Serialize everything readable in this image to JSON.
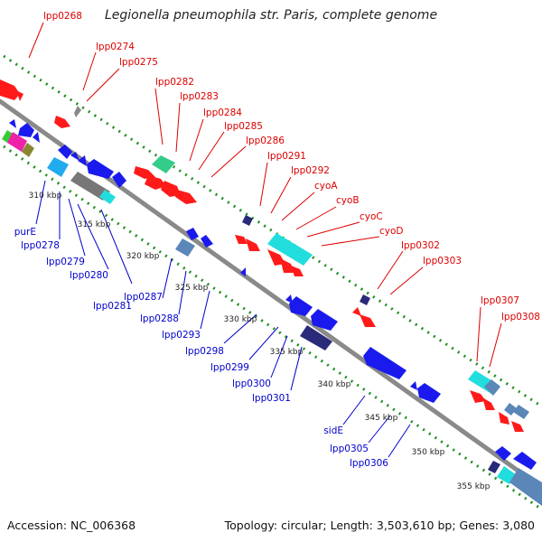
{
  "title": "Legionella pneumophila str. Paris, complete genome",
  "footer": {
    "accession": "Accession: NC_006368",
    "summary": "Topology: circular; Length: 3,503,610 bp; Genes: 3,080"
  },
  "colors": {
    "forward_label": "#dd0000",
    "reverse_label": "#0000cc",
    "backbone": "#8a8a8a",
    "tick_dots": "#1f8f1f",
    "red_gene": "#ff1a1a",
    "blue_gene": "#1a1aee",
    "cyan_gene": "#22dddd",
    "steel_gene": "#5b86b8",
    "green_gene": "#33cc88",
    "navy_gene": "#2a2a7a",
    "gray_gene": "#777777"
  },
  "scale_labels": [
    "310 kbp",
    "315 kbp",
    "320 kbp",
    "325 kbp",
    "330 kbp",
    "335 kbp",
    "340 kbp",
    "345 kbp",
    "350 kbp",
    "355 kbp"
  ],
  "top_labels": [
    "lpp0268",
    "lpp0274",
    "lpp0275",
    "lpp0282",
    "lpp0283",
    "lpp0284",
    "lpp0285",
    "lpp0286",
    "lpp0291",
    "lpp0292",
    "cyoA",
    "cyoB",
    "cyoC",
    "cyoD",
    "lpp0302",
    "lpp0303",
    "lpp0307",
    "lpp0308"
  ],
  "bottom_labels": [
    "purE",
    "lpp0278",
    "lpp0279",
    "lpp0280",
    "lpp0281",
    "lpp0287",
    "lpp0288",
    "lpp0293",
    "lpp0298",
    "lpp0299",
    "lpp0300",
    "lpp0301",
    "sidE",
    "lpp0305",
    "lpp0306"
  ]
}
